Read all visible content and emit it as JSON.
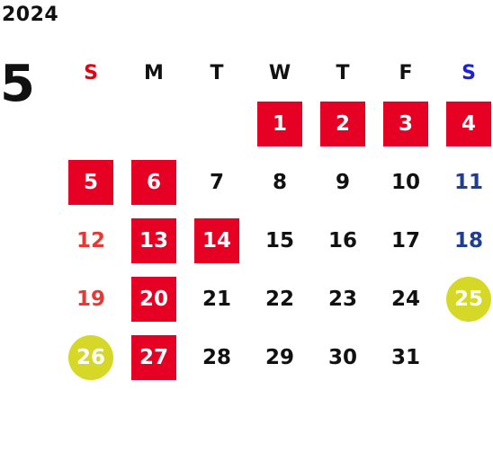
{
  "year": "2024",
  "month": "5",
  "weekdays": [
    "S",
    "M",
    "T",
    "W",
    "T",
    "F",
    "S"
  ],
  "weeks": [
    [
      "",
      "",
      "",
      "1",
      "2",
      "3",
      "4"
    ],
    [
      "5",
      "6",
      "7",
      "8",
      "9",
      "10",
      "11"
    ],
    [
      "12",
      "13",
      "14",
      "15",
      "16",
      "17",
      "18"
    ],
    [
      "19",
      "20",
      "21",
      "22",
      "23",
      "24",
      "25"
    ],
    [
      "26",
      "27",
      "28",
      "29",
      "30",
      "31",
      ""
    ]
  ],
  "styles": [
    [
      "",
      "",
      "",
      "boxed",
      "boxed",
      "boxed",
      "boxed"
    ],
    [
      "boxed",
      "boxed",
      "",
      "",
      "",
      "",
      "sat-blue"
    ],
    [
      "holiday-red",
      "boxed",
      "boxed",
      "",
      "",
      "",
      "sat-blue"
    ],
    [
      "holiday-red",
      "boxed",
      "",
      "",
      "",
      "",
      "circled"
    ],
    [
      "circled",
      "boxed",
      "",
      "",
      "",
      "",
      ""
    ]
  ],
  "colors": {
    "closed_box": "#e60023",
    "event_circle": "#d5d826",
    "sunday_header": "#e60012",
    "saturday_header": "#1a22d6",
    "saturday_number": "#1f3e8f",
    "sunday_number": "#e53935"
  }
}
